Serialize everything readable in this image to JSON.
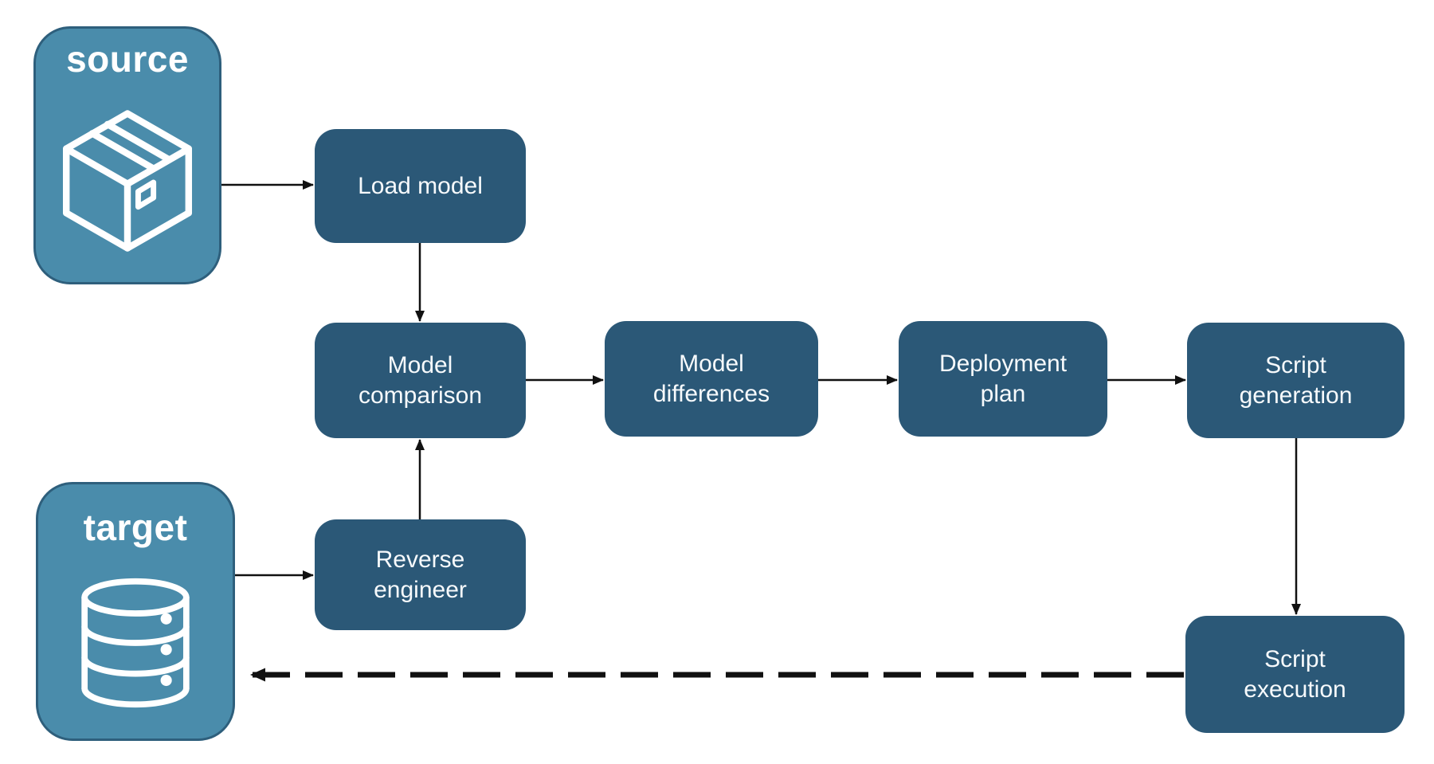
{
  "diagram": {
    "title": "schema deployment pipeline",
    "colors": {
      "background": "#FFFFFF",
      "endpoint_fill": "#4A8CAB",
      "endpoint_border": "#2E5F7C",
      "step_fill": "#2B5877",
      "label_text": "#FFFFFF",
      "arrow": "#111111"
    },
    "endpoints": {
      "source": {
        "label": "source",
        "icon": "package-icon"
      },
      "target": {
        "label": "target",
        "icon": "database-icon"
      }
    },
    "steps": {
      "load_model": {
        "label": "Load model",
        "lines": [
          "Load model"
        ]
      },
      "model_comparison": {
        "label": "Model comparison",
        "lines": [
          "Model",
          "comparison"
        ]
      },
      "model_differences": {
        "label": "Model differences",
        "lines": [
          "Model",
          "differences"
        ]
      },
      "deployment_plan": {
        "label": "Deployment plan",
        "lines": [
          "Deployment",
          "plan"
        ]
      },
      "script_generation": {
        "label": "Script generation",
        "lines": [
          "Script",
          "generation"
        ]
      },
      "reverse_engineer": {
        "label": "Reverse engineer",
        "lines": [
          "Reverse",
          "engineer"
        ]
      },
      "script_execution": {
        "label": "Script execution",
        "lines": [
          "Script",
          "execution"
        ]
      }
    },
    "edges": [
      {
        "from": "source",
        "to": "load_model",
        "style": "solid"
      },
      {
        "from": "load_model",
        "to": "model_comparison",
        "style": "solid"
      },
      {
        "from": "model_comparison",
        "to": "model_differences",
        "style": "solid"
      },
      {
        "from": "model_differences",
        "to": "deployment_plan",
        "style": "solid"
      },
      {
        "from": "deployment_plan",
        "to": "script_generation",
        "style": "solid"
      },
      {
        "from": "script_generation",
        "to": "script_execution",
        "style": "solid"
      },
      {
        "from": "target",
        "to": "reverse_engineer",
        "style": "solid"
      },
      {
        "from": "reverse_engineer",
        "to": "model_comparison",
        "style": "solid"
      },
      {
        "from": "script_execution",
        "to": "target",
        "style": "dashed"
      }
    ]
  }
}
